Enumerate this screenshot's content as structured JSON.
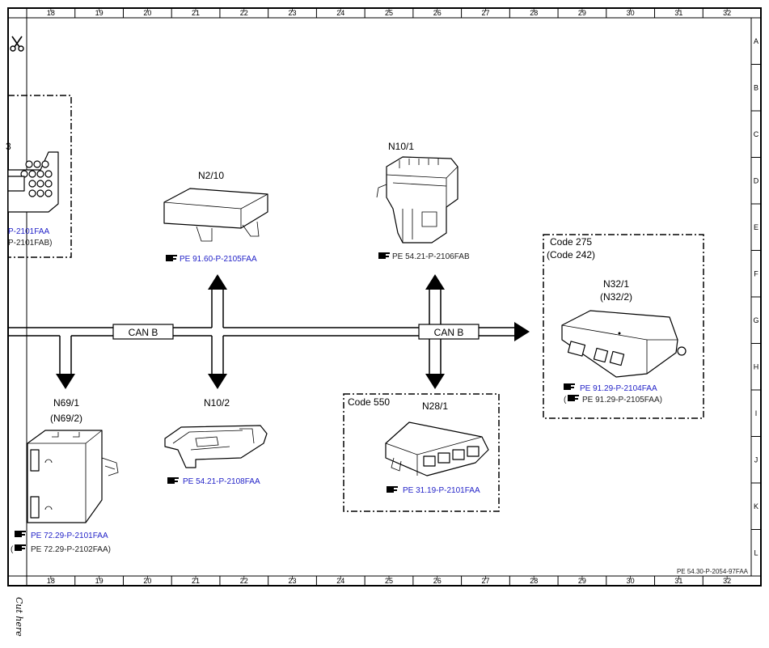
{
  "sheet": {
    "columns": [
      "18",
      "19",
      "20",
      "21",
      "22",
      "23",
      "24",
      "25",
      "26",
      "27",
      "28",
      "29",
      "30",
      "31",
      "32"
    ],
    "rows": [
      "A",
      "B",
      "C",
      "D",
      "E",
      "F",
      "G",
      "H",
      "I",
      "J",
      "K",
      "L"
    ],
    "doc_id": "PE 54.30-P-2054-97FAA",
    "cut_text": "Cut here"
  },
  "bus": {
    "label1": "CAN B",
    "label2": "CAN B"
  },
  "left_partial": {
    "number": "3",
    "ref1": "P-2101FAA",
    "ref2": "P-2101FAB)"
  },
  "components": {
    "n2_10": {
      "label": "N2/10",
      "ref": "PE 91.60-P-2105FAA"
    },
    "n10_1": {
      "label": "N10/1",
      "ref": "PE 54.21-P-2106FAB"
    },
    "n32_1": {
      "code1": "Code 275",
      "code2": "(Code 242)",
      "label": "N32/1",
      "label2": "(N32/2)",
      "ref1": "PE 91.29-P-2104FAA",
      "ref2_open": "(",
      "ref2": "PE 91.29-P-2105FAA)"
    },
    "n69_1": {
      "label": "N69/1",
      "label2": "(N69/2)",
      "ref1": "PE 72.29-P-2101FAA",
      "ref2_open": "(",
      "ref2": "PE 72.29-P-2102FAA)"
    },
    "n10_2": {
      "label": "N10/2",
      "ref": "PE 54.21-P-2108FAA"
    },
    "n28_1": {
      "code": "Code 550",
      "label": "N28/1",
      "ref": "PE 31.19-P-2101FAA"
    }
  }
}
